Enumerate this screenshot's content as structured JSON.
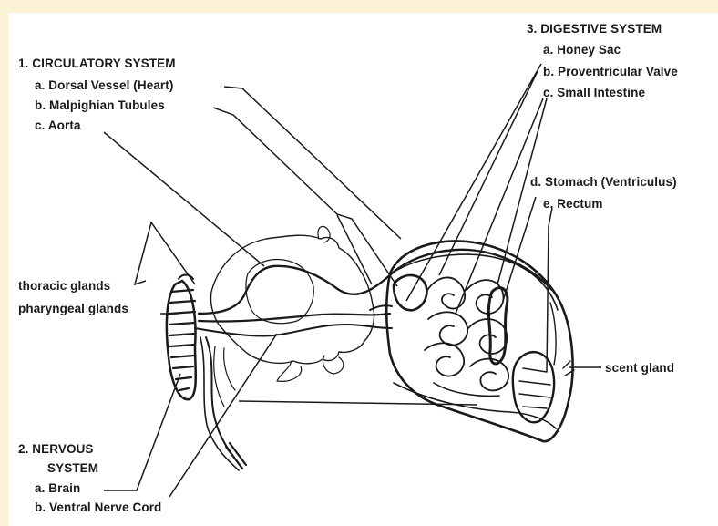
{
  "diagram": {
    "circulatory": {
      "heading": "1. CIRCULATORY SYSTEM",
      "a": "a. Dorsal Vessel (Heart)",
      "b": "b. Malpighian Tubules",
      "c": "c. Aorta"
    },
    "digestive": {
      "heading": "3. DIGESTIVE SYSTEM",
      "a": "a. Honey Sac",
      "b": "b. Proventricular Valve",
      "c": "c. Small Intestine",
      "d": "d. Stomach (Ventriculus)",
      "e": "e. Rectum"
    },
    "nervous": {
      "heading_line1": "2. NERVOUS",
      "heading_line2": "SYSTEM",
      "a": "a. Brain",
      "b": "b. Ventral Nerve Cord"
    },
    "glands": {
      "thoracic": "thoracic glands",
      "pharyngeal": "pharyngeal glands",
      "scent": "scent gland"
    }
  }
}
